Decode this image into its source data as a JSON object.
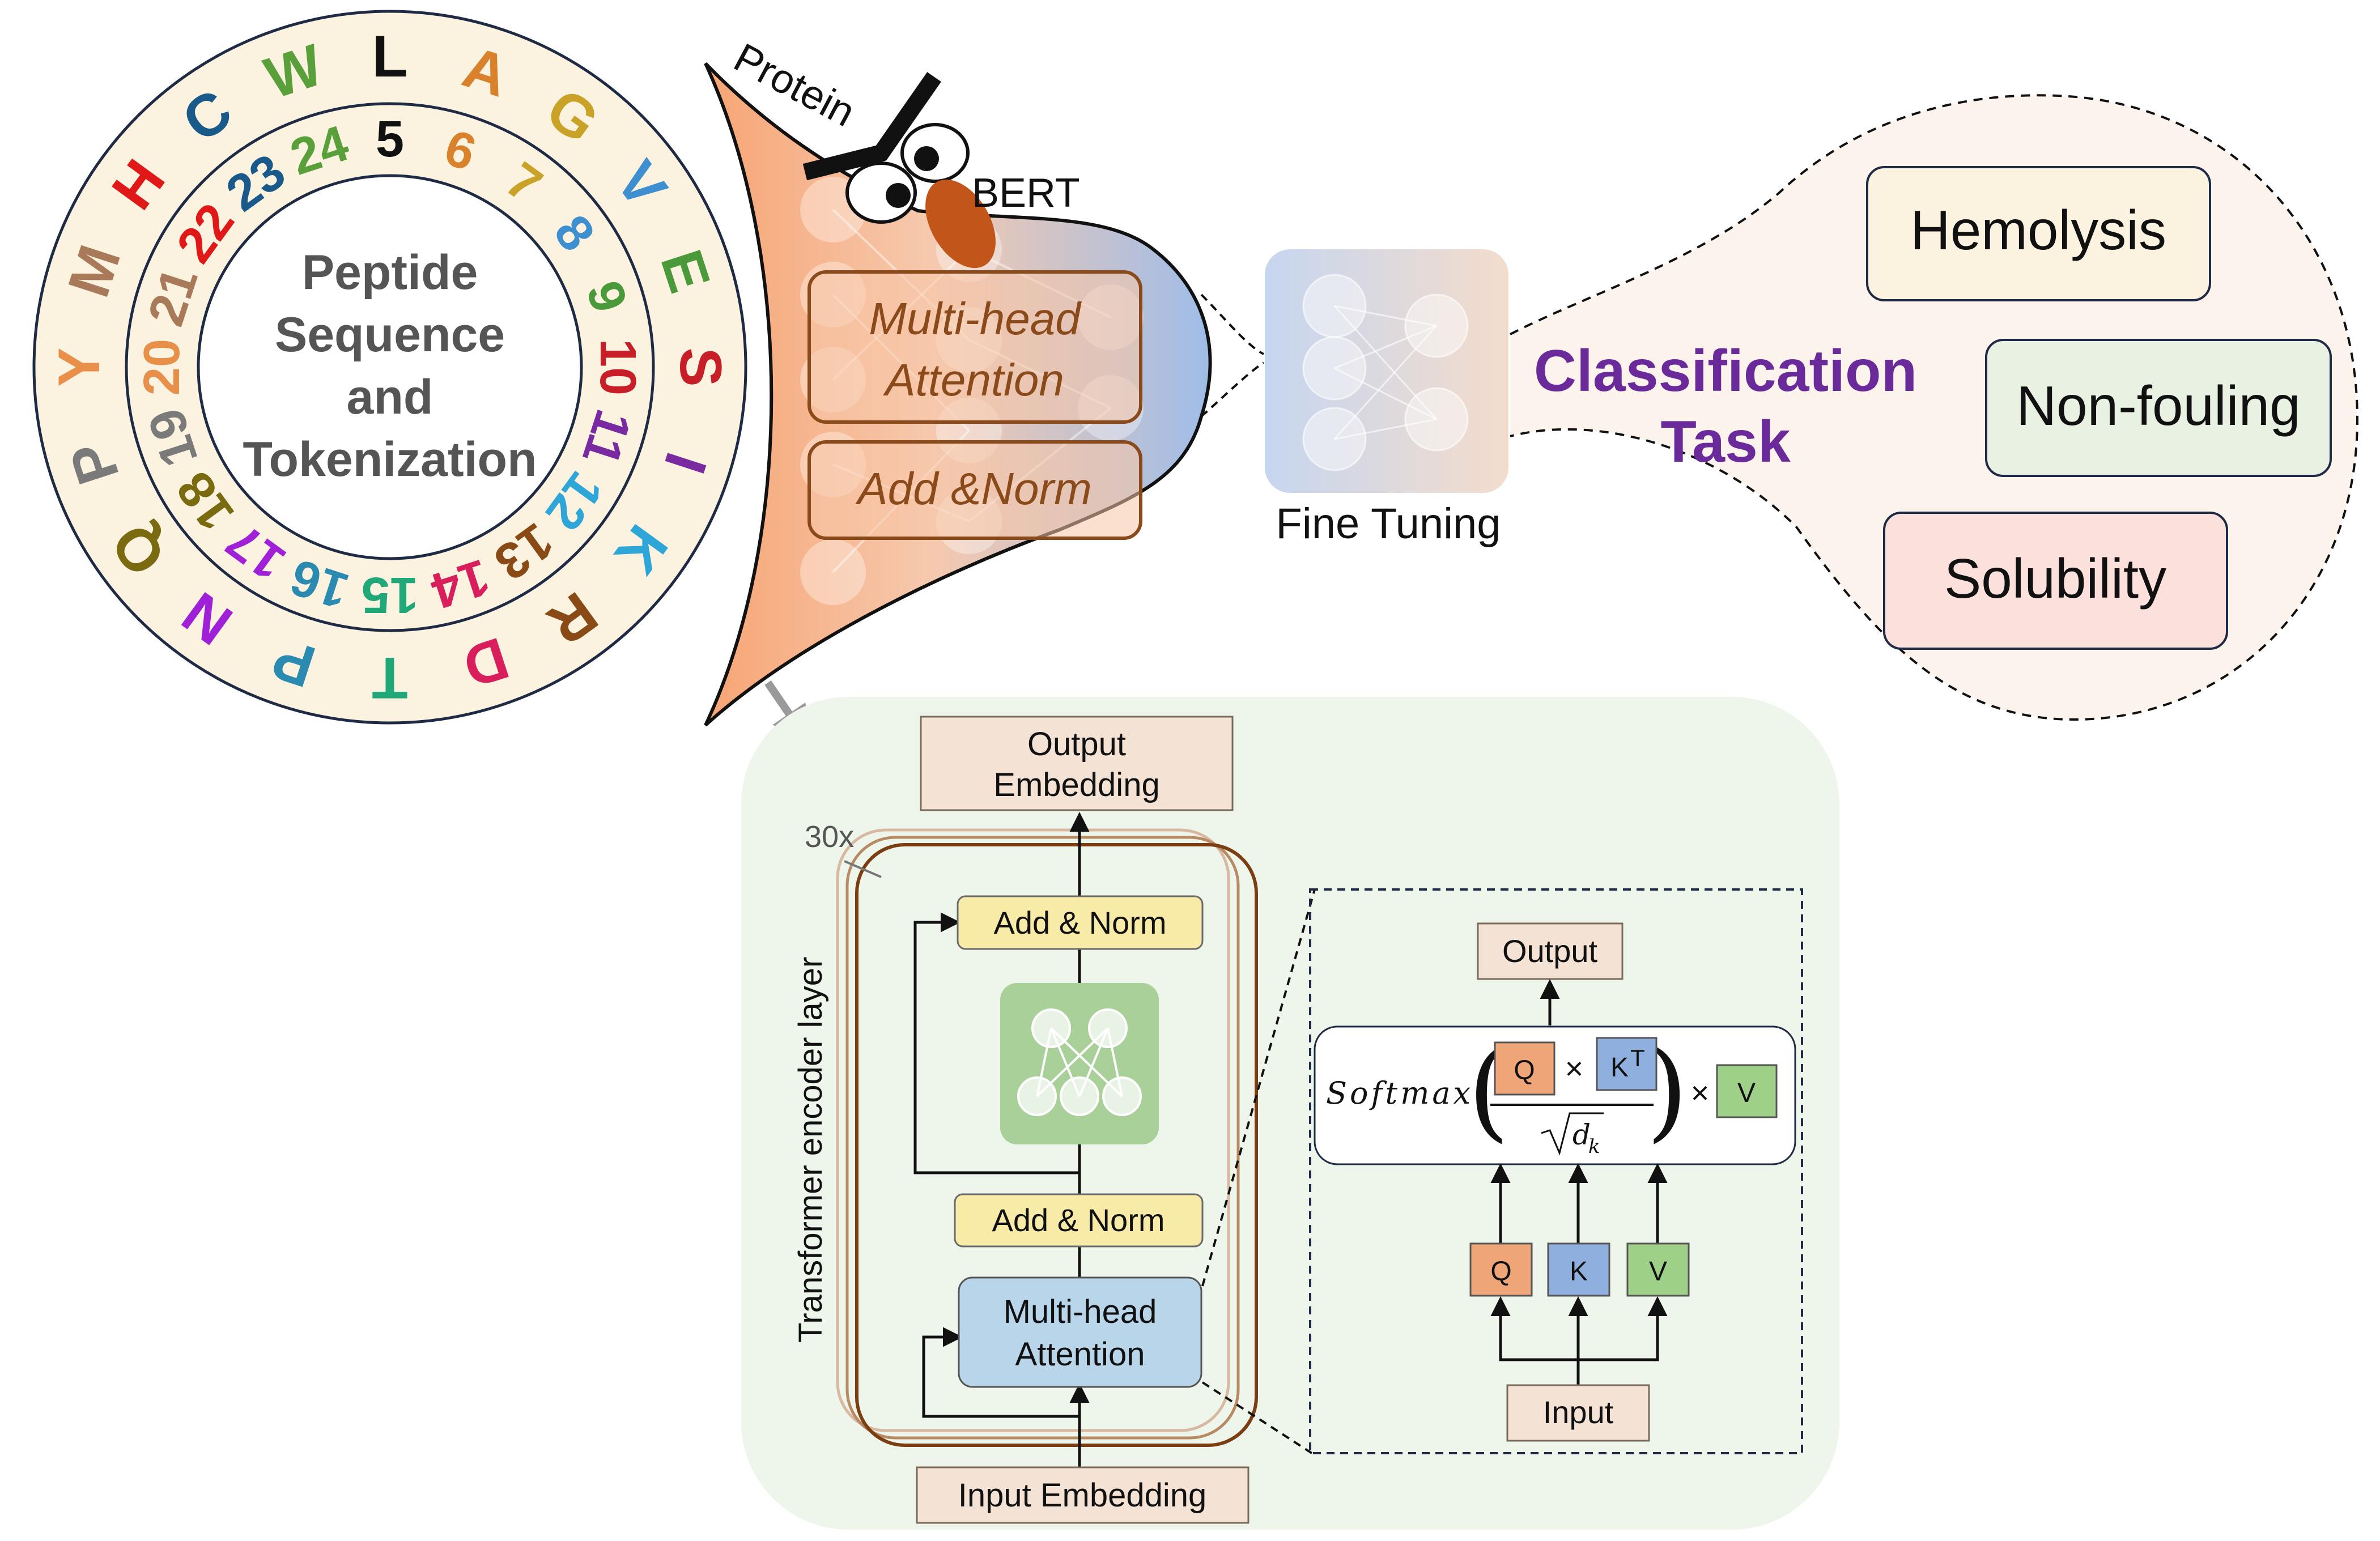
{
  "ring": {
    "title_lines": [
      "Peptide",
      "Sequence",
      "and",
      "Tokenization"
    ],
    "outer_letters": [
      {
        "t": "L",
        "c": "#111111"
      },
      {
        "t": "A",
        "c": "#d9822b"
      },
      {
        "t": "G",
        "c": "#c9a227"
      },
      {
        "t": "V",
        "c": "#3d8fcf"
      },
      {
        "t": "E",
        "c": "#4a9a3c"
      },
      {
        "t": "S",
        "c": "#c81e28"
      },
      {
        "t": "I",
        "c": "#7a2aa0"
      },
      {
        "t": "K",
        "c": "#2fa6d8"
      },
      {
        "t": "R",
        "c": "#8a4a16"
      },
      {
        "t": "D",
        "c": "#d81e5b"
      },
      {
        "t": "T",
        "c": "#20a878"
      },
      {
        "t": "P",
        "c": "#2a8ab0"
      },
      {
        "t": "N",
        "c": "#a020d8"
      },
      {
        "t": "Q",
        "c": "#7a6a10"
      },
      {
        "t": "P",
        "c": "#7a7a7a"
      },
      {
        "t": "Y",
        "c": "#e8904a"
      },
      {
        "t": "M",
        "c": "#a87a5a"
      },
      {
        "t": "H",
        "c": "#e01818"
      },
      {
        "t": "C",
        "c": "#1a5a8a"
      },
      {
        "t": "W",
        "c": "#5aa03a"
      }
    ],
    "inner_numbers": [
      {
        "t": "5",
        "c": "#111111"
      },
      {
        "t": "6",
        "c": "#d9822b"
      },
      {
        "t": "7",
        "c": "#c9a227"
      },
      {
        "t": "8",
        "c": "#3d8fcf"
      },
      {
        "t": "9",
        "c": "#4a9a3c"
      },
      {
        "t": "10",
        "c": "#c81e28"
      },
      {
        "t": "11",
        "c": "#7a2aa0"
      },
      {
        "t": "12",
        "c": "#2fa6d8"
      },
      {
        "t": "13",
        "c": "#8a4a16"
      },
      {
        "t": "14",
        "c": "#d81e5b"
      },
      {
        "t": "15",
        "c": "#20a878"
      },
      {
        "t": "16",
        "c": "#2a8ab0"
      },
      {
        "t": "17",
        "c": "#a020d8"
      },
      {
        "t": "18",
        "c": "#7a6a10"
      },
      {
        "t": "19",
        "c": "#7a7a7a"
      },
      {
        "t": "20",
        "c": "#e8904a"
      },
      {
        "t": "21",
        "c": "#a87a5a"
      },
      {
        "t": "22",
        "c": "#e01818"
      },
      {
        "t": "23",
        "c": "#1a5a8a"
      },
      {
        "t": "24",
        "c": "#5aa03a"
      }
    ]
  },
  "bert": {
    "protein_label": "Protein",
    "bert_label": "BERT",
    "mha_line1": "Multi-head",
    "mha_line2": "Attention",
    "addnorm": "Add &Norm"
  },
  "fine_tuning": {
    "label": "Fine Tuning"
  },
  "classification": {
    "title_line1": "Classification",
    "title_line2": "Task",
    "tasks": [
      "Hemolysis",
      "Non-fouling",
      "Solubility"
    ]
  },
  "encoder": {
    "output_line1": "Output",
    "output_line2": "Embedding",
    "repeat": "30x",
    "side_label": "Transformer encoder layer",
    "addnorm_top": "Add & Norm",
    "addnorm_bottom": "Add & Norm",
    "mha_line1": "Multi-head",
    "mha_line2": "Attention",
    "input": "Input Embedding"
  },
  "attention": {
    "output": "Output",
    "softmax": "Softmax",
    "q": "Q",
    "k": "K",
    "kt_sup": "T",
    "v": "V",
    "times": "×",
    "sqrt_dk": "d",
    "dk_sub": "k",
    "q2": "Q",
    "k2": "K",
    "v2": "V",
    "input": "Input"
  },
  "colors": {
    "funnel_orange": "#f7b48a",
    "funnel_blue": "#a9c4ec",
    "brown": "#8a4a1a",
    "purple": "#6a2a9a",
    "hemolysis_bg": "#fbf3e0",
    "nonfouling_bg": "#e9f1e2",
    "solubility_bg": "#fbe0dc",
    "encoder_bg": "#eef5ea",
    "addnorm_bg": "#f8eba8",
    "mha_bg": "#b9d5ea",
    "embed_bg": "#f4e2d4",
    "q_bg": "#eea578",
    "k_bg": "#8fb0de",
    "v_bg": "#9fd088"
  }
}
